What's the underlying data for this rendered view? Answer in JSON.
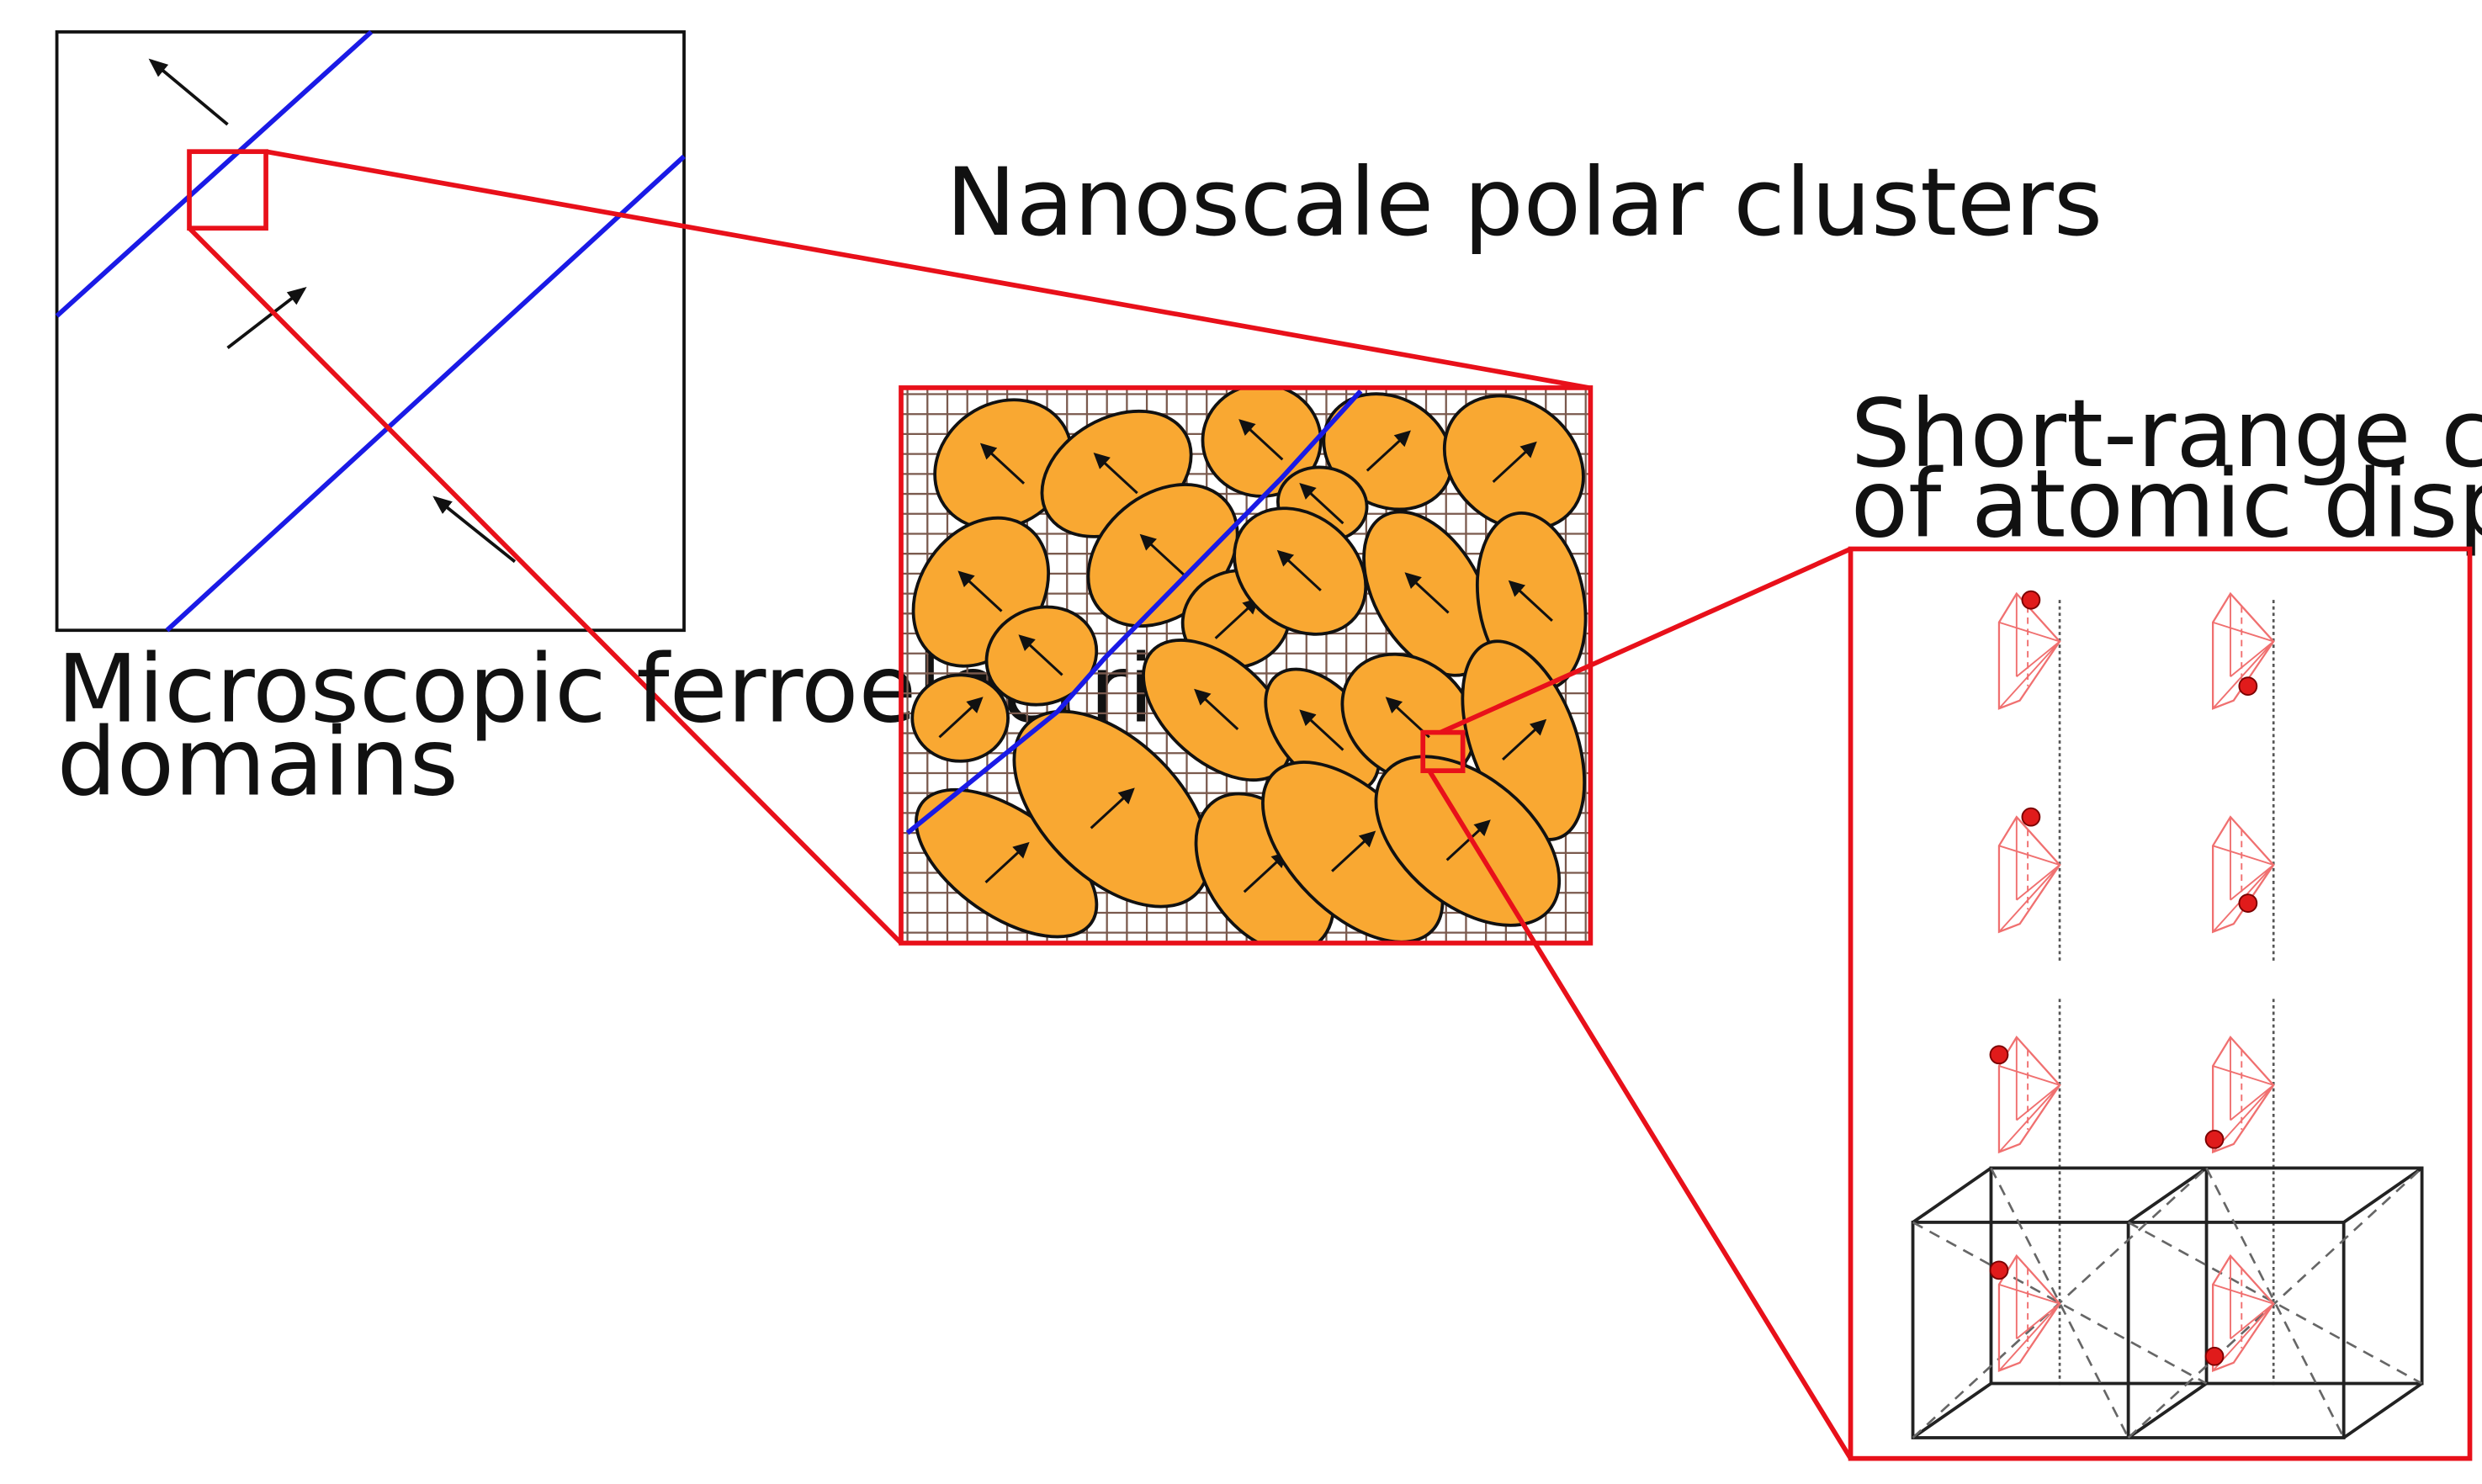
{
  "labels": {
    "domains_line1": "Microscopic ferroelectric",
    "domains_line2": "domains",
    "clusters": "Nanoscale polar clusters",
    "correlations_line1": "Short-range correlations",
    "correlations_line2": "of atomic displacements"
  },
  "colors": {
    "zoom_frame": "#e8101a",
    "domain_wall": "#1a1ae6",
    "cluster_fill": "#f9a832",
    "lattice_grid": "#7a5a4e",
    "atom": "#e01b1b",
    "octahedron": "#f07070",
    "outline": "#111111"
  },
  "icons": {
    "polarization_arrow": "arrow-icon",
    "displaced_atom": "atom-dot-icon"
  }
}
